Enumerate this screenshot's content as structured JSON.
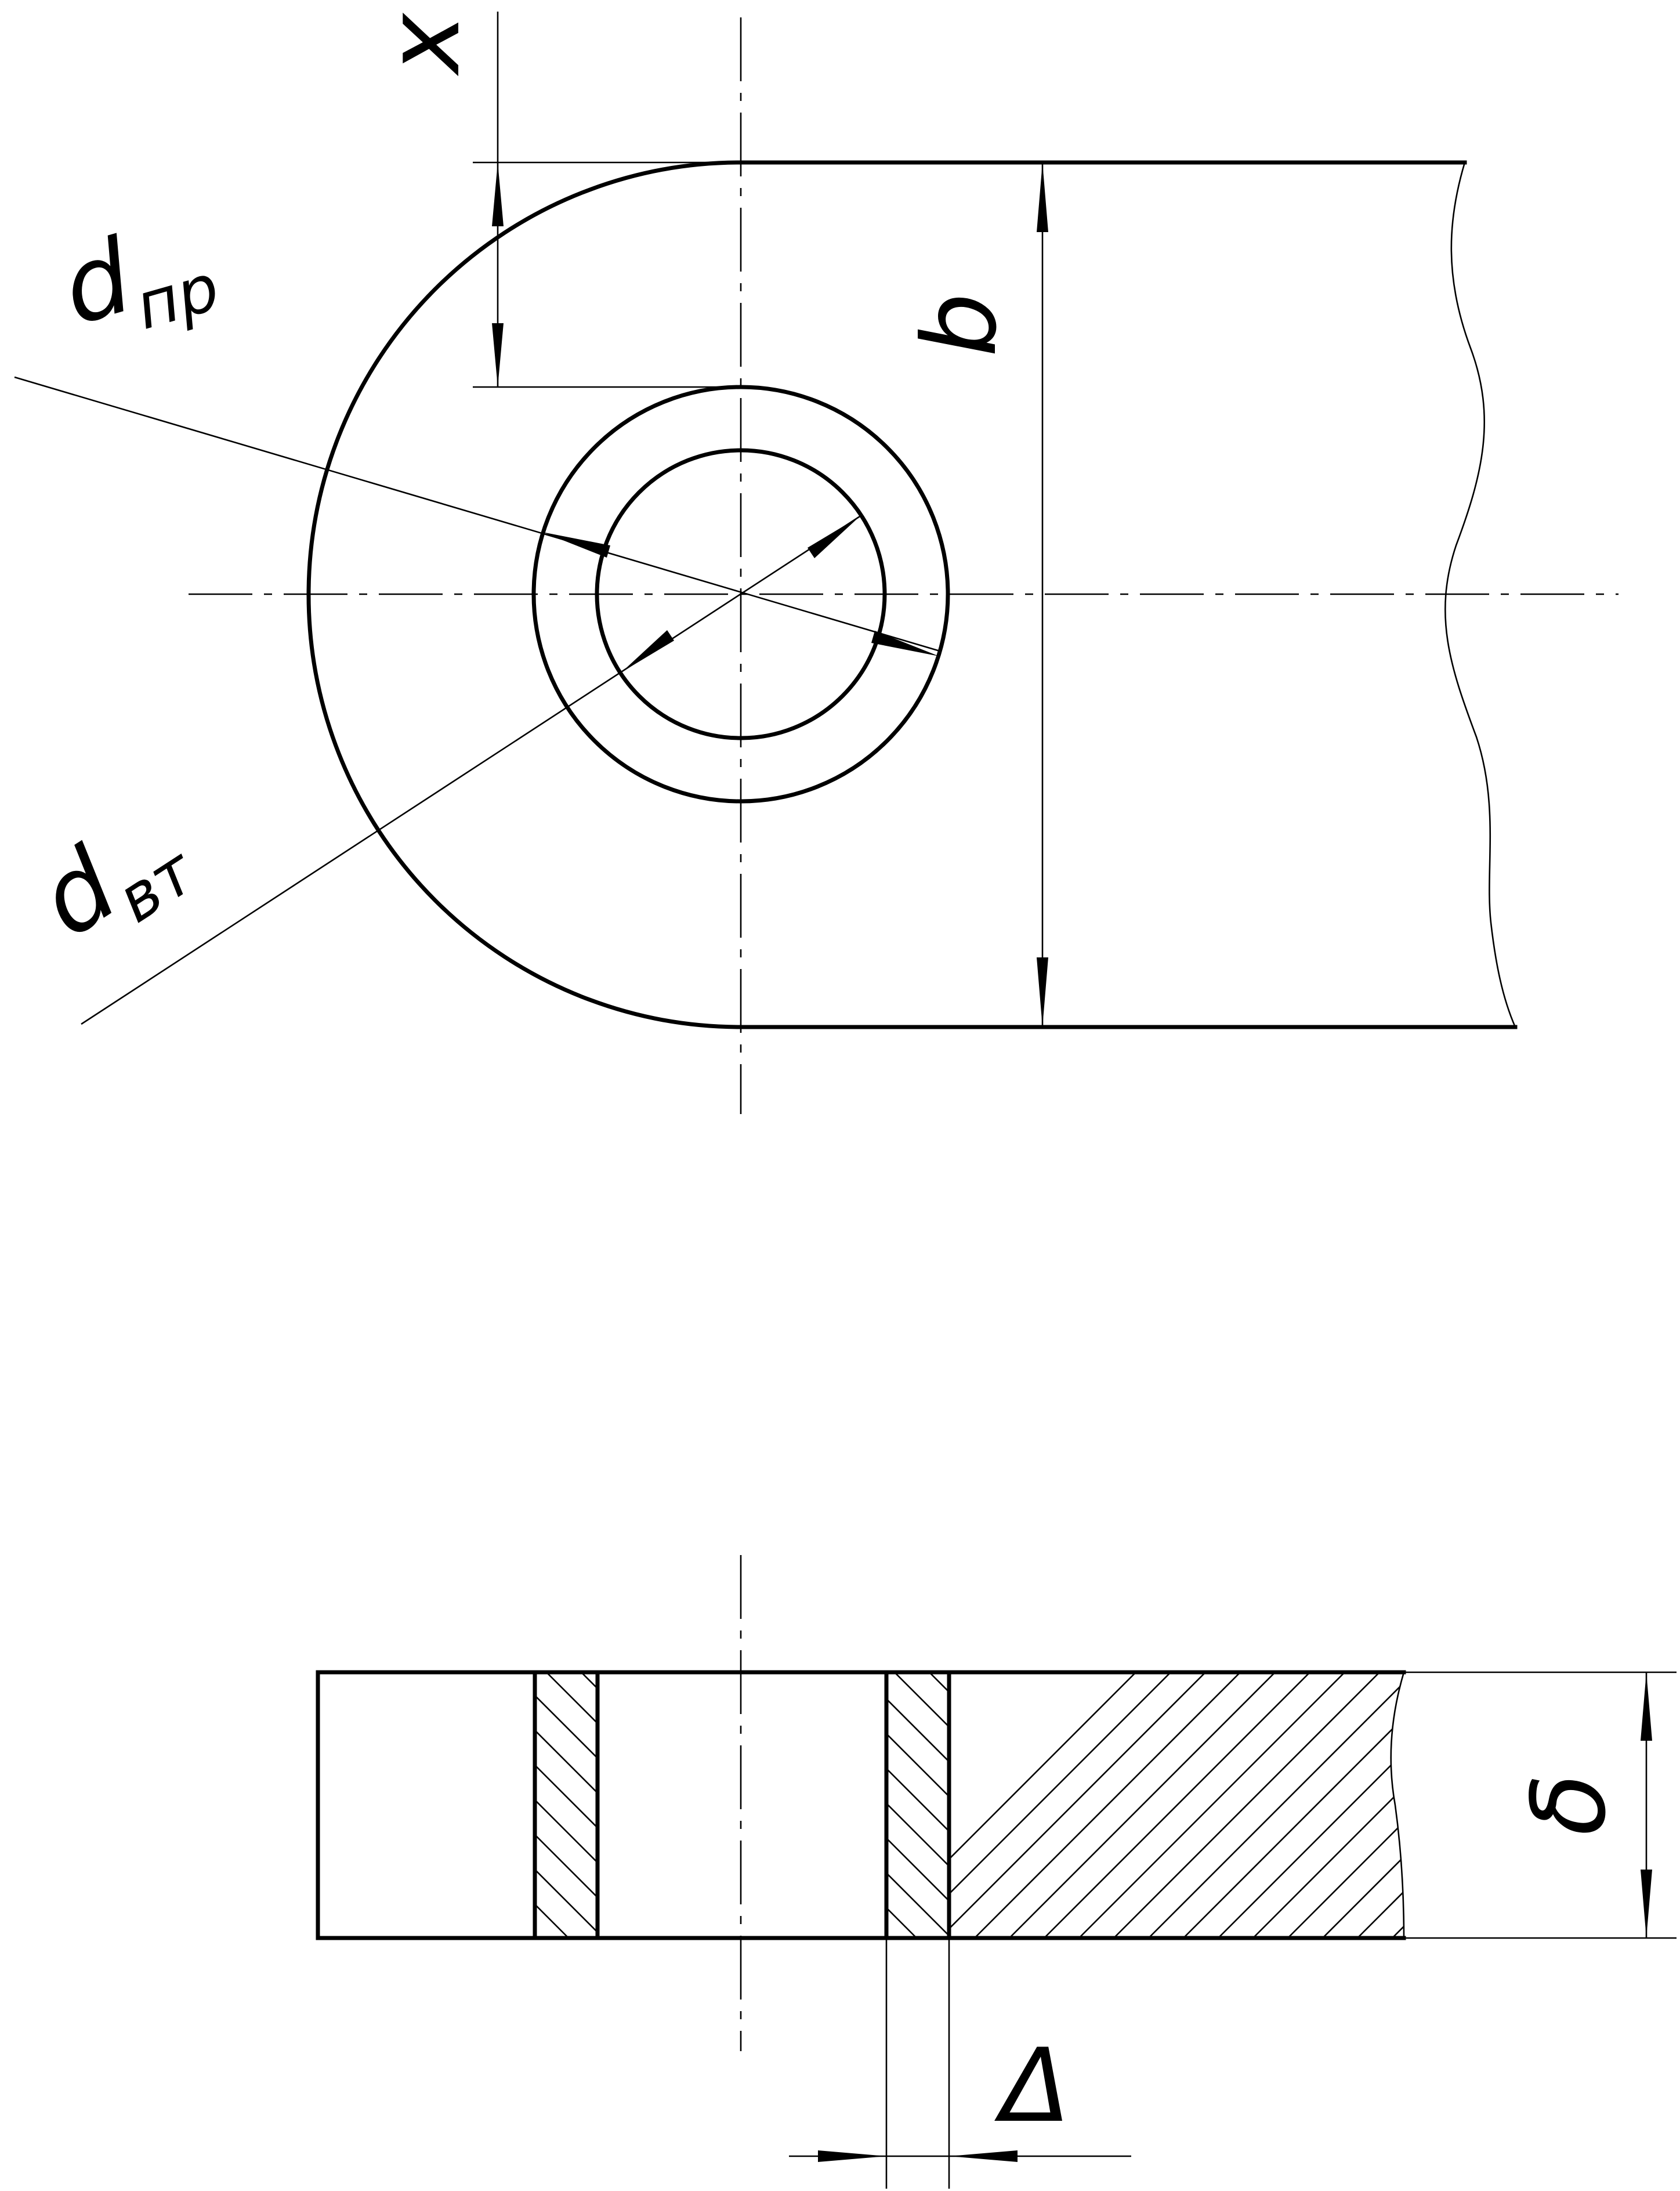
{
  "labels": {
    "x": "x",
    "b": "b",
    "d_pr_main": "d",
    "d_pr_sub": "пр",
    "d_vt_main": "d",
    "d_vt_sub": "вт",
    "delta_big": "Δ",
    "delta_small": "δ"
  }
}
